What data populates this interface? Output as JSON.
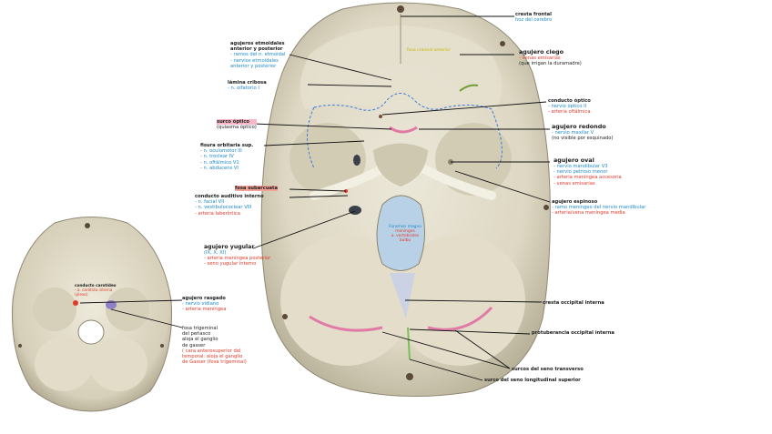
{
  "colors": {
    "bone": "#e9e4d3",
    "bone_shadow": "#bdb69f",
    "black_label": "#1b1b1b",
    "blue_label": "#1e88c8",
    "red_label": "#e23a2a",
    "pink_sulcus": "#e27aa6",
    "dashed_blue": "#3d7dd6"
  },
  "labels": {
    "cresta_frontal": {
      "title": "cresta frontal",
      "sub": "hoz del cerebro"
    },
    "agujeros_etmoidales": {
      "title1": "agujeros etmoidales",
      "title2": "anterior y posterior",
      "b1": "- ramos del n. etmoidal",
      "b2": "- nervios etmoidales",
      "b3": "anterior y posterior"
    },
    "lamina_cribosa": {
      "title": "lámina cribosa",
      "b1": "- n. olfatorio I"
    },
    "fosa_craneal": {
      "text": "fosa craneal anterior"
    },
    "agujero_ciego": {
      "title": "agujero ciego",
      "r1": "- venas emisarias",
      "k1": "(que irrigan la duramadre)"
    },
    "conducto_optico": {
      "title": "conducto óptico",
      "b1": "- nervio óptico II",
      "r1": "- arteria oftálmica"
    },
    "agujero_redondo": {
      "title": "agujero redondo",
      "b1": "- nervio maxilar V",
      "k1": "(no visible por esquinado)"
    },
    "surco_optico": {
      "title": "surco óptico",
      "k1": "(quiasma óptico)"
    },
    "fisura_orbitaria": {
      "title": "fisura orbitaria sup.",
      "b1": "- n. oculomotor III",
      "b2": "- n. troclear IV",
      "b3": "- n. oftálmico V1",
      "b4": "- n. abducens VI"
    },
    "agujero_oval": {
      "title": "agujero oval",
      "b1": "- nervio mandibular V3",
      "b2": "- nervio petroso menor",
      "r1": "- arteria meníngea accesoria",
      "r2": "- venas emisarias"
    },
    "fosa_subarcuata": {
      "title": "fosa subarcuata"
    },
    "conducto_auditivo": {
      "title": "conducto auditivo interno",
      "b1": "- n. facial VII",
      "b2": "- n. vestibulococlear VIII",
      "r1": "- arteria laberíntica"
    },
    "agujero_espinoso": {
      "title": "agujero espinoso",
      "b1": "- ramo meníngeo del nervio mandibular",
      "r1": "- arteria/vena meníngea media"
    },
    "foramen_magno": {
      "b1": "Foramen magno",
      "r1": "meninges",
      "r2": "a. vertebrales",
      "r3": "bulbo"
    },
    "agujero_yugular": {
      "title": "agujero yugular",
      "b1": "(IX, X, XI)",
      "r1": "- arteria meníngea posterior",
      "r2": "- seno yugular interno"
    },
    "cresta_occipital": {
      "title": "cresta occipital interna"
    },
    "protuberancia": {
      "title": "protuberancia occipital interna"
    },
    "surco_transverso": {
      "title": "surcos del seno transverso"
    },
    "surco_longitudinal": {
      "title": "surco del seno longitudinal superior"
    },
    "small_canal": {
      "title": "conducto carotídeo",
      "r1": "- a. carótida interna",
      "r2": "(plexo)"
    },
    "agujero_rasgado": {
      "title": "agujero rasgado",
      "b1": "- nervio vidiano",
      "r1": "- arteria meníngea"
    },
    "fosa_trigeminal": {
      "k1": "fosa trigeminal",
      "k2": "del peñasco",
      "k3": "aloja el ganglio",
      "k4": "de gasser",
      "r1": "( cara anterosuperior del",
      "r2": "temporal: aloja el ganglio",
      "r3": "de Gasser (fosa trigeminal)"
    }
  }
}
